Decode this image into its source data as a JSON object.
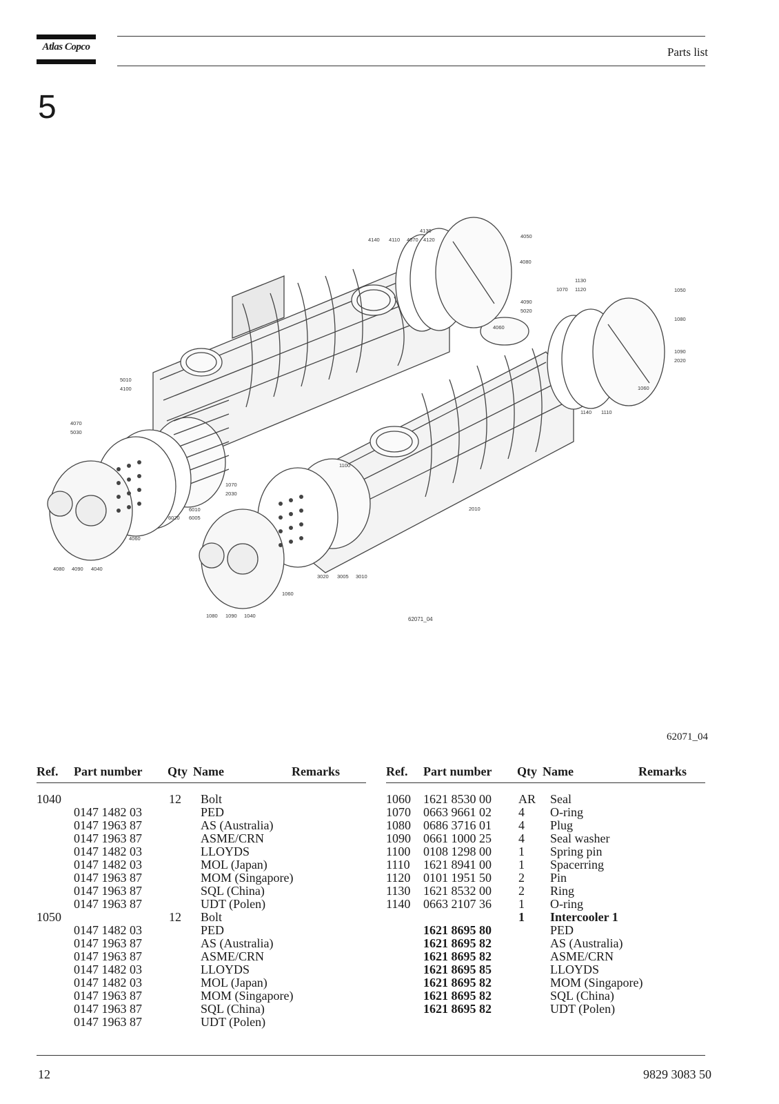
{
  "header": {
    "logo_text": "Atlas Copco",
    "title": "Parts list"
  },
  "section_number": "5",
  "drawing": {
    "callouts": [
      "4130",
      "4140",
      "4110",
      "4070",
      "4120",
      "4050",
      "4080",
      "4090",
      "5020",
      "4060",
      "1130",
      "1070",
      "1120",
      "1050",
      "1080",
      "1090",
      "2020",
      "1060",
      "1140",
      "1110",
      "5010",
      "4100",
      "4070",
      "5030",
      "1100",
      "1070",
      "2030",
      "2010",
      "6010",
      "6020",
      "6005",
      "4060",
      "4080",
      "4090",
      "4040",
      "3020",
      "3005",
      "3010",
      "1060",
      "1080",
      "1090",
      "1040"
    ],
    "drawing_code": "62071_04"
  },
  "figure_code": "62071_04",
  "table_left": {
    "headers": {
      "ref": "Ref.",
      "part_number": "Part number",
      "qty": "Qty",
      "name": "Name",
      "remarks": "Remarks"
    },
    "rows": [
      {
        "ref": "1040",
        "part": "",
        "qty": "12",
        "name": "Bolt",
        "bold": false
      },
      {
        "ref": "",
        "part": "0147 1482 03",
        "qty": "",
        "name": "PED",
        "bold": false
      },
      {
        "ref": "",
        "part": "0147 1963 87",
        "qty": "",
        "name": "AS (Australia)",
        "bold": false
      },
      {
        "ref": "",
        "part": "0147 1963 87",
        "qty": "",
        "name": "ASME/CRN",
        "bold": false
      },
      {
        "ref": "",
        "part": "0147 1482 03",
        "qty": "",
        "name": "LLOYDS",
        "bold": false
      },
      {
        "ref": "",
        "part": "0147 1482 03",
        "qty": "",
        "name": "MOL (Japan)",
        "bold": false
      },
      {
        "ref": "",
        "part": "0147 1963 87",
        "qty": "",
        "name": "MOM (Singapore)",
        "bold": false
      },
      {
        "ref": "",
        "part": "0147 1963 87",
        "qty": "",
        "name": "SQL (China)",
        "bold": false
      },
      {
        "ref": "",
        "part": "0147 1963 87",
        "qty": "",
        "name": "UDT (Polen)",
        "bold": false
      },
      {
        "ref": "1050",
        "part": "",
        "qty": "12",
        "name": "Bolt",
        "bold": false
      },
      {
        "ref": "",
        "part": "0147 1482 03",
        "qty": "",
        "name": "PED",
        "bold": false
      },
      {
        "ref": "",
        "part": "0147 1963 87",
        "qty": "",
        "name": "AS (Australia)",
        "bold": false
      },
      {
        "ref": "",
        "part": "0147 1963 87",
        "qty": "",
        "name": "ASME/CRN",
        "bold": false
      },
      {
        "ref": "",
        "part": "0147 1482 03",
        "qty": "",
        "name": "LLOYDS",
        "bold": false
      },
      {
        "ref": "",
        "part": "0147 1482 03",
        "qty": "",
        "name": "MOL (Japan)",
        "bold": false
      },
      {
        "ref": "",
        "part": "0147 1963 87",
        "qty": "",
        "name": "MOM (Singapore)",
        "bold": false
      },
      {
        "ref": "",
        "part": "0147 1963 87",
        "qty": "",
        "name": "SQL (China)",
        "bold": false
      },
      {
        "ref": "",
        "part": "0147 1963 87",
        "qty": "",
        "name": "UDT (Polen)",
        "bold": false
      }
    ]
  },
  "table_right": {
    "headers": {
      "ref": "Ref.",
      "part_number": "Part number",
      "qty": "Qty",
      "name": "Name",
      "remarks": "Remarks"
    },
    "rows": [
      {
        "ref": "1060",
        "part": "1621 8530 00",
        "qty": "AR",
        "name": "Seal",
        "bold": false
      },
      {
        "ref": "1070",
        "part": "0663 9661 02",
        "qty": "4",
        "name": "O-ring",
        "bold": false
      },
      {
        "ref": "1080",
        "part": "0686 3716 01",
        "qty": "4",
        "name": "Plug",
        "bold": false
      },
      {
        "ref": "1090",
        "part": "0661 1000 25",
        "qty": "4",
        "name": "Seal washer",
        "bold": false
      },
      {
        "ref": "1100",
        "part": "0108 1298 00",
        "qty": "1",
        "name": "Spring pin",
        "bold": false
      },
      {
        "ref": "1110",
        "part": "1621 8941 00",
        "qty": "1",
        "name": "Spacerring",
        "bold": false
      },
      {
        "ref": "1120",
        "part": "0101 1951 50",
        "qty": "2",
        "name": "Pin",
        "bold": false
      },
      {
        "ref": "1130",
        "part": "1621 8532 00",
        "qty": "2",
        "name": "Ring",
        "bold": false
      },
      {
        "ref": "1140",
        "part": "0663 2107 36",
        "qty": "1",
        "name": "O-ring",
        "bold": false
      },
      {
        "ref": "",
        "part": "",
        "qty": "1",
        "name": "Intercooler 1",
        "bold": true
      },
      {
        "ref": "",
        "part": "1621 8695 80",
        "qty": "",
        "name": "PED",
        "bold": false,
        "part_bold": true
      },
      {
        "ref": "",
        "part": "1621 8695 82",
        "qty": "",
        "name": "AS (Australia)",
        "bold": false,
        "part_bold": true
      },
      {
        "ref": "",
        "part": "1621 8695 82",
        "qty": "",
        "name": "ASME/CRN",
        "bold": false,
        "part_bold": true
      },
      {
        "ref": "",
        "part": "1621 8695 85",
        "qty": "",
        "name": "LLOYDS",
        "bold": false,
        "part_bold": true
      },
      {
        "ref": "",
        "part": "1621 8695 82",
        "qty": "",
        "name": "MOM (Singapore)",
        "bold": false,
        "part_bold": true
      },
      {
        "ref": "",
        "part": "1621 8695 82",
        "qty": "",
        "name": "SQL (China)",
        "bold": false,
        "part_bold": true
      },
      {
        "ref": "",
        "part": "1621 8695 82",
        "qty": "",
        "name": "UDT (Polen)",
        "bold": false,
        "part_bold": true
      }
    ]
  },
  "footer": {
    "page_number": "12",
    "doc_number": "9829 3083 50"
  }
}
